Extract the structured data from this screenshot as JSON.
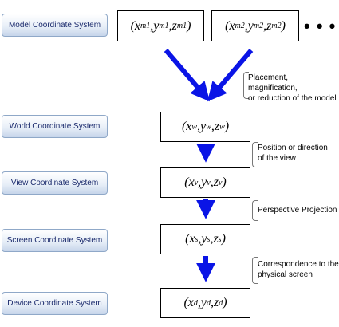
{
  "labels": {
    "model": "Model Coordinate System",
    "world": "World Coordinate System",
    "view": "View Coordinate System",
    "screen": "Screen Coordinate System",
    "device": "Device Coordinate System"
  },
  "coords": {
    "model1": {
      "x": "x",
      "xs": "m1",
      "y": "y",
      "ys": "m1",
      "z": "z",
      "zs": "m1"
    },
    "model2": {
      "x": "x",
      "xs": "m2",
      "y": "y",
      "ys": "m2",
      "z": "z",
      "zs": "m2"
    },
    "world": {
      "x": "x",
      "xs": "w",
      "y": "y",
      "ys": "w",
      "z": "z",
      "zs": "w"
    },
    "view": {
      "x": "x",
      "xs": "v",
      "y": "y",
      "ys": "v",
      "z": "z",
      "zs": "v"
    },
    "screen": {
      "x": "x",
      "xs": "s",
      "y": "y",
      "ys": "s",
      "z": "z",
      "zs": "s"
    },
    "device": {
      "x": "x",
      "xs": "d",
      "y": "y",
      "ys": "d",
      "z": "z",
      "zs": "d"
    }
  },
  "ellipsis": "• • •",
  "notes": {
    "model_to_world_1": "Placement, magnification,",
    "model_to_world_2": "or reduction of the model",
    "world_to_view_1": "Position or direction",
    "world_to_view_2": "of the view",
    "view_to_screen": "Perspective Projection",
    "screen_to_device_1": "Correspondence to the",
    "screen_to_device_2": "physical screen"
  },
  "colors": {
    "arrow": "#0a14e6",
    "label_text": "#1a2a6c",
    "label_border": "#8fa8c8"
  }
}
